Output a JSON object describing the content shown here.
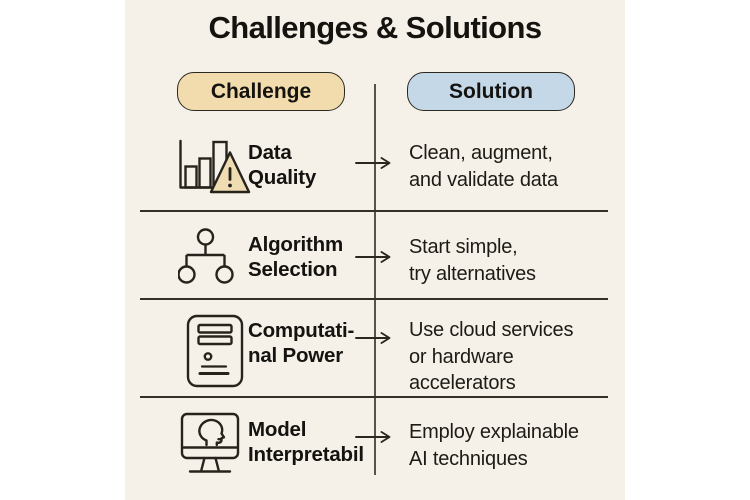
{
  "title": "Challenges & Solutions",
  "headers": {
    "challenge": "Challenge",
    "solution": "Solution"
  },
  "rows": [
    {
      "icon": "bar-chart-warning-icon",
      "challenge_lines": [
        "Data",
        "Quality"
      ],
      "solution_lines": [
        "Clean, augment,",
        "and validate data"
      ]
    },
    {
      "icon": "hierarchy-icon",
      "challenge_lines": [
        "Algorithm",
        "Selection"
      ],
      "solution_lines": [
        "Start simple,",
        "try alternatives"
      ]
    },
    {
      "icon": "computer-tower-icon",
      "challenge_lines": [
        "Computati-",
        "nal Power"
      ],
      "solution_lines": [
        "Use cloud services",
        "or hardware",
        "accelerators"
      ]
    },
    {
      "icon": "monitor-head-icon",
      "challenge_lines": [
        "Model",
        "Interpretabil"
      ],
      "solution_lines": [
        "Employ explainable",
        "AI techniques"
      ]
    }
  ],
  "colors": {
    "page_margin": "#ffffff",
    "figure_background": "#f5f1e9",
    "challenge_pill": "#f2dcae",
    "solution_pill": "#c5d8e8",
    "divider_line": "#33302a",
    "text": "#15130f",
    "warning_triangle_fill": "#f0dcb2"
  }
}
